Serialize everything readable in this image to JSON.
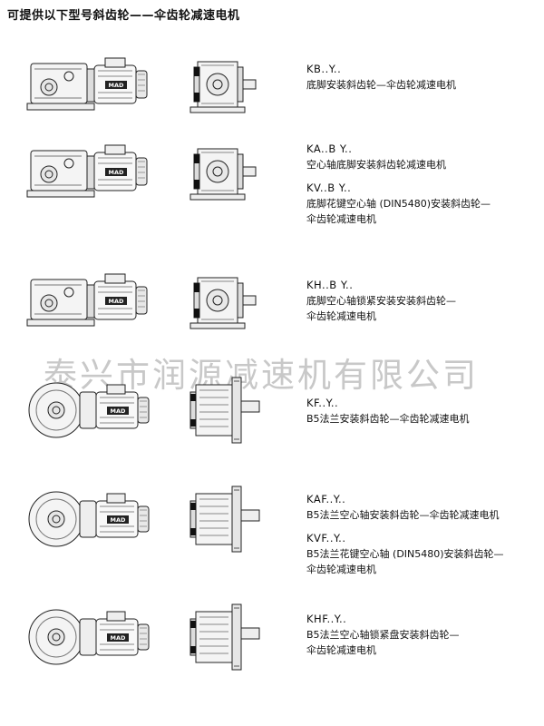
{
  "header": {
    "title": "可提供以下型号斜齿轮——伞齿轮减速电机"
  },
  "watermark": "泰兴市润源减速机有限公司",
  "motor_label": "MAD",
  "items": [
    {
      "layout": "foot",
      "entries": [
        {
          "code": "KB..Y..",
          "lines": [
            "底脚安装斜齿轮—伞齿轮减速电机"
          ]
        }
      ]
    },
    {
      "layout": "foot",
      "entries": [
        {
          "code": "KA..B Y..",
          "lines": [
            "空心轴底脚安装斜齿轮减速电机"
          ]
        },
        {
          "code": "KV..B Y..",
          "lines": [
            "底脚花键空心轴 (DIN5480)安装斜齿轮—",
            "伞齿轮减速电机"
          ]
        }
      ]
    },
    {
      "layout": "foot",
      "entries": [
        {
          "code": "KH..B Y..",
          "lines": [
            "底脚空心轴锁紧安装安装斜齿轮—",
            "伞齿轮减速电机"
          ]
        }
      ]
    },
    {
      "layout": "flange",
      "entries": [
        {
          "code": "KF..Y..",
          "lines": [
            "B5法兰安装斜齿轮—伞齿轮减速电机"
          ]
        }
      ]
    },
    {
      "layout": "flange",
      "entries": [
        {
          "code": "KAF..Y..",
          "lines": [
            "B5法兰空心轴安装斜齿轮—伞齿轮减速电机"
          ]
        },
        {
          "code": "KVF..Y..",
          "lines": [
            "B5法兰花键空心轴 (DIN5480)安装斜齿轮—",
            "伞齿轮减速电机"
          ]
        }
      ]
    },
    {
      "layout": "flange",
      "entries": [
        {
          "code": "KHF..Y..",
          "lines": [
            "B5法兰空心轴锁紧盘安装斜齿轮—",
            "伞齿轮减速电机"
          ]
        }
      ]
    }
  ]
}
